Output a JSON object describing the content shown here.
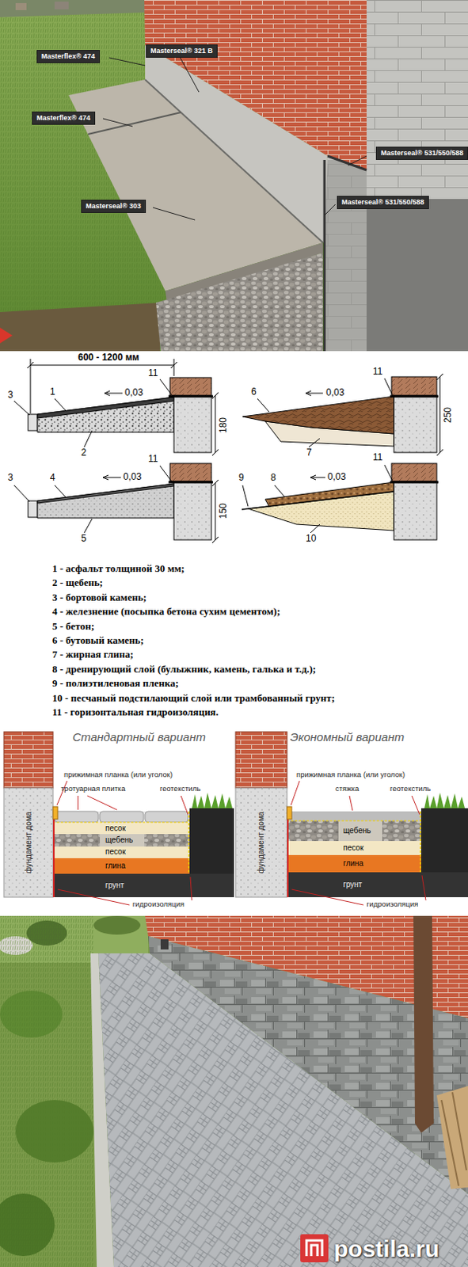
{
  "diagram": {
    "nodes": [
      {
        "text": [
          "Masterflex® 474"
        ]
      },
      {
        "text": [
          "Masterseal® 321 B"
        ]
      },
      {
        "text": [
          "Masterflex® 474"
        ]
      },
      {
        "text": [
          "Masterseal® 303"
        ]
      },
      {
        "text": [
          "Masterseal® 531/550/588"
        ]
      },
      {
        "text": [
          "Masterseal® 531/550/588"
        ]
      }
    ],
    "labels": [
      "600 - 1200 мм",
      "11",
      "3",
      "1",
      "0,03",
      "180",
      "2",
      "11",
      "6",
      "0,03",
      "250",
      "7",
      "11",
      "3",
      "4",
      "0,03",
      "150",
      "5",
      "11",
      "9",
      "8",
      "0,03",
      "10",
      "1 - асфальт толщиной 30 мм;",
      "2 - щебень;",
      "3 - бортовой камень;",
      "4 - железнение (посыпка бетона сухим цементом);",
      "5 - бетон;",
      "6 - бутовый камень;",
      "7 - жирная глина;",
      "8 - дренирующий слой (булыжник, камень, галька и т.д.);",
      "9 - полиэтиленовая пленка;",
      "10 - песчаный подстилающий слой или трамбованный грунт;",
      "11 - горизонтальная гидроизоляция.",
      "Стандартный вариант",
      "Экономный вариант",
      "фундамент дома",
      "прижимная планка (или уголок)",
      "тротуарная плитка",
      "геотекстиль",
      "песок",
      "щебень",
      "песок",
      "глина",
      "грунт",
      "гидроизоляция",
      "фундамент дома",
      "прижимная планка (или уголок)",
      "стяжка",
      "геотекстиль",
      "щебень",
      "песок",
      "глина",
      "грунт",
      "гидроизоляция",
      "postila.ru"
    ]
  }
}
